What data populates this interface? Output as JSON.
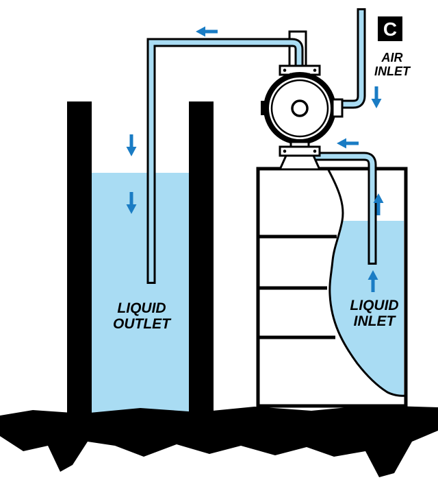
{
  "diagram": {
    "title": "diaphragm-pump-drum-transfer-installation",
    "air_inlet_tag": "C",
    "air_inlet_label_line1": "AIR",
    "air_inlet_label_line2": "INLET",
    "liquid_outlet_label_line1": "LIQUID",
    "liquid_outlet_label_line2": "OUTLET",
    "liquid_inlet_label_line1": "LIQUID",
    "liquid_inlet_label_line2": "INLET"
  },
  "colors": {
    "liquid": "#a9dcf3",
    "arrow": "#1a7cc4",
    "outline": "#000000",
    "background": "#ffffff"
  }
}
